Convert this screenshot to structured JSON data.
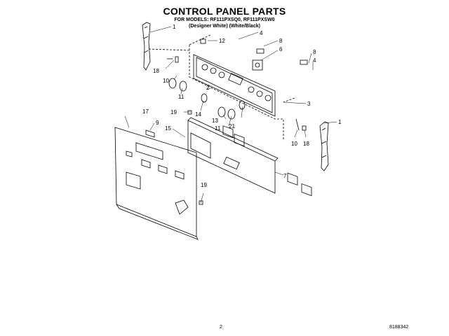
{
  "header": {
    "title": "CONTROL PANEL PARTS",
    "models_line": "FOR MODELS: RF111PXSQ0, RF111PXSW0",
    "colors_line": "(Designer White)   (White/Black)"
  },
  "callouts": [
    {
      "id": "c1a",
      "label": "1"
    },
    {
      "id": "c4a",
      "label": "4"
    },
    {
      "id": "c12",
      "label": "12"
    },
    {
      "id": "c8a",
      "label": "8"
    },
    {
      "id": "c6",
      "label": "6"
    },
    {
      "id": "c8b",
      "label": "8"
    },
    {
      "id": "c4b",
      "label": "4"
    },
    {
      "id": "c18a",
      "label": "18"
    },
    {
      "id": "c10a",
      "label": "10"
    },
    {
      "id": "c2",
      "label": "2"
    },
    {
      "id": "c11a",
      "label": "11"
    },
    {
      "id": "c3",
      "label": "3"
    },
    {
      "id": "c19a",
      "label": "19"
    },
    {
      "id": "c14",
      "label": "14"
    },
    {
      "id": "c13",
      "label": "13"
    },
    {
      "id": "c11b",
      "label": "11"
    },
    {
      "id": "c21",
      "label": "21"
    },
    {
      "id": "c17",
      "label": "17"
    },
    {
      "id": "c9",
      "label": "9"
    },
    {
      "id": "c15",
      "label": "15"
    },
    {
      "id": "c1b",
      "label": "1"
    },
    {
      "id": "c10b",
      "label": "10"
    },
    {
      "id": "c18b",
      "label": "18"
    },
    {
      "id": "c7",
      "label": "7"
    },
    {
      "id": "c19b",
      "label": "19"
    }
  ],
  "footer": {
    "page_number": "2",
    "document_number": "8188342"
  }
}
